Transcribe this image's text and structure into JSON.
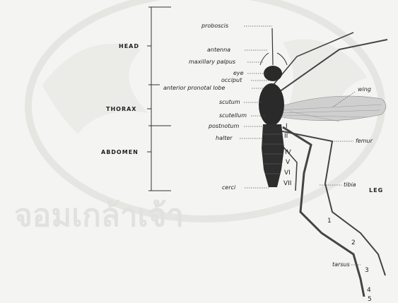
{
  "regions": {
    "head": "HEAD",
    "thorax": "THORAX",
    "abdomen": "ABDOMEN",
    "leg": "LEG"
  },
  "labels": {
    "proboscis": "proboscis",
    "antenna": "antenna",
    "maxillary_palpus": "maxillary palpus",
    "eye": "eye",
    "occiput": "occiput",
    "anterior_pronotal_lobe": "anterior pronotal lobe",
    "scutum": "scutum",
    "wing": "wing",
    "scutellum": "scutellum",
    "postnotum": "postnotum",
    "halter": "halter",
    "femur": "femur",
    "cerci": "cerci",
    "tibia": "tibia",
    "tarsus": "tarsus"
  },
  "segments": [
    "I",
    "II",
    "IV",
    "V",
    "VI",
    "VII"
  ],
  "tarsal_numbers": [
    "1",
    "2",
    "3",
    "4",
    "5"
  ],
  "watermark": "จอมเกล้าเจ้า",
  "colors": {
    "body": "#2a2a2a",
    "wing": "#c8c8c8",
    "ink": "#222222",
    "watermark": "#e0e0dc"
  }
}
